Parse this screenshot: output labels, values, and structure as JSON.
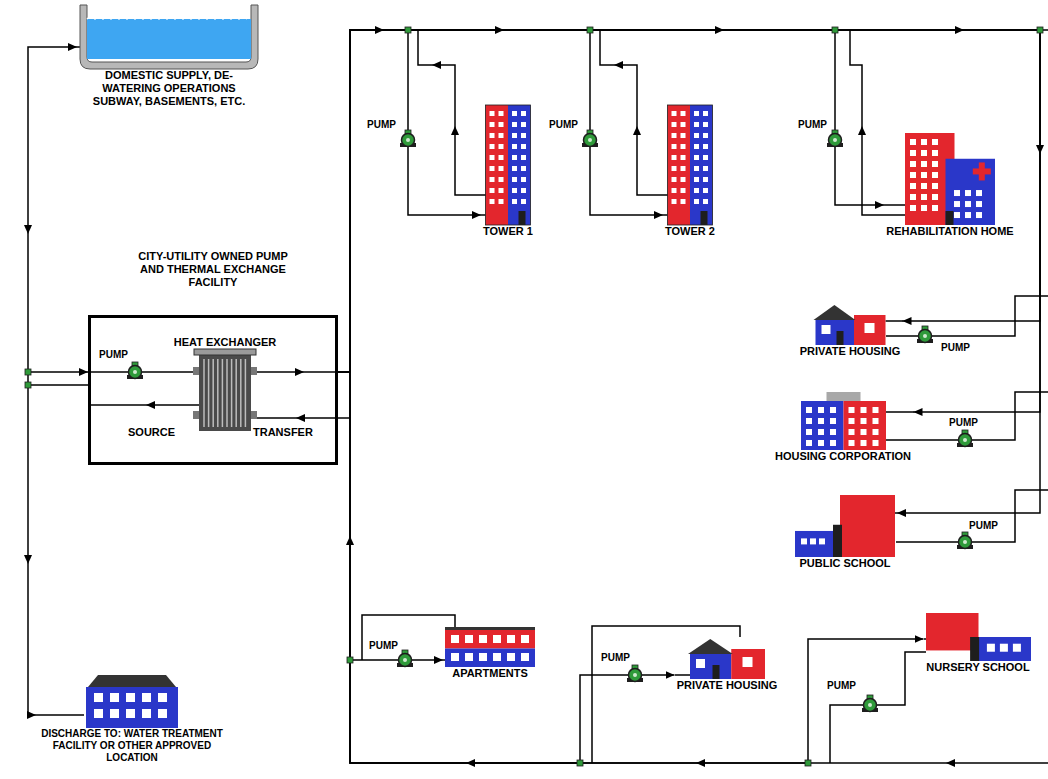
{
  "diagram": {
    "nodes": [
      {
        "text": [
          "DOMESTIC SUPPLY, DE-WATERING OPERATIONS SUBWAY, BASEMENTS, ETC."
        ]
      },
      {
        "text": [
          "CITY-UTILITY OWNED PUMP AND THERMAL EXCHANGE FACILITY"
        ]
      },
      {
        "text": [
          "HEAT EXCHANGER"
        ],
        "in": 1
      },
      {
        "text": [
          "TOWER 1"
        ]
      },
      {
        "text": [
          "TOWER 2"
        ]
      },
      {
        "text": [
          "REHABILITATION HOME"
        ]
      },
      {
        "text": [
          "PRIVATE HOUSING"
        ]
      },
      {
        "text": [
          "HOUSING CORPORATION"
        ]
      },
      {
        "text": [
          "PUBLIC SCHOOL"
        ]
      },
      {
        "text": [
          "APARTMENTS"
        ]
      },
      {
        "text": [
          "PRIVATE HOUSING"
        ]
      },
      {
        "text": [
          "NURSERY SCHOOL"
        ]
      },
      {
        "text": [
          "DISCHARGE TO: WATER TREATMENT FACILITY OR OTHER APPROVED LOCATION"
        ]
      }
    ],
    "edges": [
      {
        "from": 0,
        "to": 1,
        "arrow": "both"
      },
      {
        "from": 1,
        "to": 3,
        "arrow": "to"
      },
      {
        "from": 1,
        "to": 4,
        "arrow": "to"
      },
      {
        "from": 1,
        "to": 5,
        "arrow": "to"
      },
      {
        "from": 1,
        "to": 6,
        "arrow": "to"
      },
      {
        "from": 1,
        "to": 7,
        "arrow": "to"
      },
      {
        "from": 1,
        "to": 8,
        "arrow": "to"
      },
      {
        "from": 1,
        "to": 9,
        "arrow": "to"
      },
      {
        "from": 1,
        "to": 10,
        "arrow": "to"
      },
      {
        "from": 1,
        "to": 11,
        "arrow": "to"
      },
      {
        "from": 1,
        "to": 12,
        "arrow": "to"
      }
    ],
    "labels": [
      "PUMP",
      "PUMP",
      "PUMP",
      "PUMP",
      "PUMP",
      "PUMP",
      "PUMP",
      "PUMP",
      "PUMP",
      "PUMP",
      "SOURCE",
      "TRANSFER"
    ]
  }
}
